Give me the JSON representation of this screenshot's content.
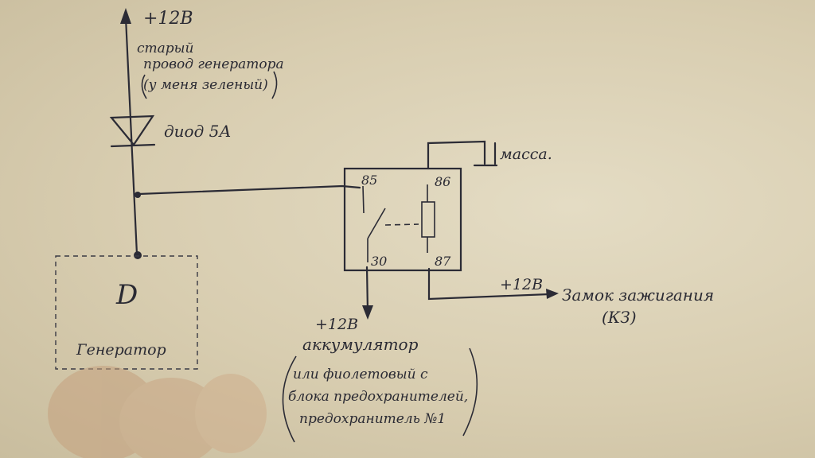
{
  "labels": {
    "top_voltage": "+12В",
    "wire_note_1": "старый",
    "wire_note_2": "провод генератора",
    "wire_note_3": "(у меня зеленый)",
    "diode": "диод 5А",
    "ground": "масса.",
    "pin_85": "85",
    "pin_86": "86",
    "pin_30": "30",
    "pin_87": "87",
    "ignition_voltage": "+12В",
    "ignition_1": "Замок зажигания",
    "ignition_2": "(КЗ)",
    "battery_voltage": "+12В",
    "battery": "аккумулятор",
    "battery_note_1": "или фиолетовый с",
    "battery_note_2": "блока предохранителей,",
    "battery_note_3": "предохранитель №1",
    "generator_pin": "D",
    "generator": "Генератор"
  }
}
